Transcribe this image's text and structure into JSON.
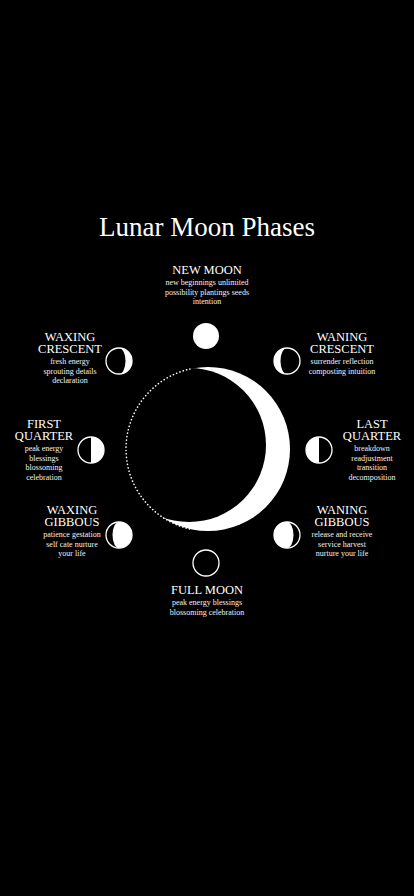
{
  "diagram": {
    "title": "Lunar Moon Phases",
    "nodes": [
      {
        "text": [
          "NEW MOON",
          "new beginnings unlimited possibility plantings seeds intention"
        ]
      },
      {
        "text": [
          "WAXING CRESCENT",
          "fresh energy sprouting details declaration"
        ]
      },
      {
        "text": [
          "WANING CRESCENT",
          "surrender reflection composting intuition"
        ]
      },
      {
        "text": [
          "FIRST QUARTER",
          "peak energy blessings blossoming celebration"
        ]
      },
      {
        "text": [
          "LAST QUARTER",
          "breakdown readjustment transition decomposition"
        ]
      },
      {
        "text": [
          "WAXING GIBBOUS",
          "patience gestation self cate nurture your life"
        ]
      },
      {
        "text": [
          "WANING GIBBOUS",
          "release and receive service harvest nurture your life"
        ]
      },
      {
        "text": [
          "FULL MOON",
          "peak energy blessings blossoming celebration"
        ]
      }
    ]
  }
}
